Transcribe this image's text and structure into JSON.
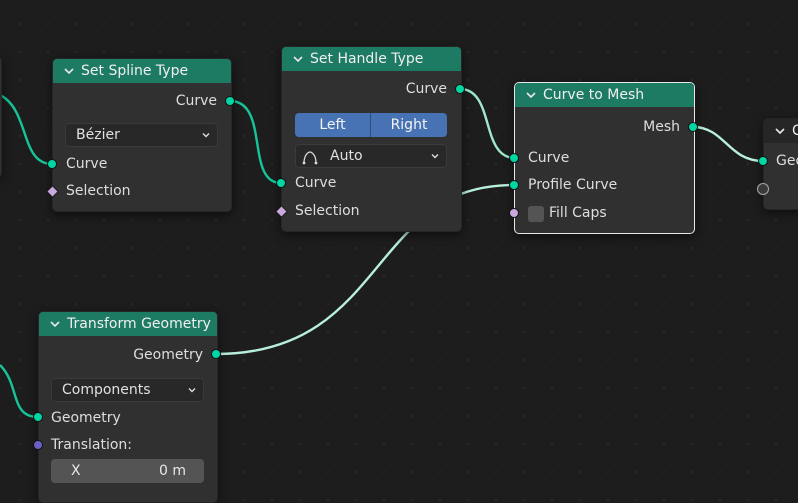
{
  "colors": {
    "background": "#1d1d1d",
    "node_body": "#303030",
    "node_header": "#1d7a63",
    "geometry_socket": "#00d6a3",
    "selection_socket": "#c9a8e0",
    "vector_socket": "#6a5fc4",
    "toggle_active": "#4772b3",
    "wire": "#b8efdb"
  },
  "nodes": {
    "set_spline_type": {
      "title": "Set Spline Type",
      "output_curve": "Curve",
      "spline_type": "Bézier",
      "input_curve": "Curve",
      "input_selection": "Selection"
    },
    "set_handle_type": {
      "title": "Set Handle Type",
      "output_curve": "Curve",
      "mode_left": "Left",
      "mode_right": "Right",
      "handle_type": "Auto",
      "input_curve": "Curve",
      "input_selection": "Selection"
    },
    "curve_to_mesh": {
      "title": "Curve to Mesh",
      "output_mesh": "Mesh",
      "input_curve": "Curve",
      "input_profile_curve": "Profile Curve",
      "input_fill_caps": "Fill Caps"
    },
    "transform_geometry": {
      "title": "Transform Geometry",
      "output_geometry": "Geometry",
      "mode": "Components",
      "input_geometry": "Geometry",
      "input_translation": "Translation:",
      "translation_x_label": "X",
      "translation_x_value": "0 m"
    },
    "partial_right": {
      "title": "C",
      "input_label": "Geo"
    }
  }
}
